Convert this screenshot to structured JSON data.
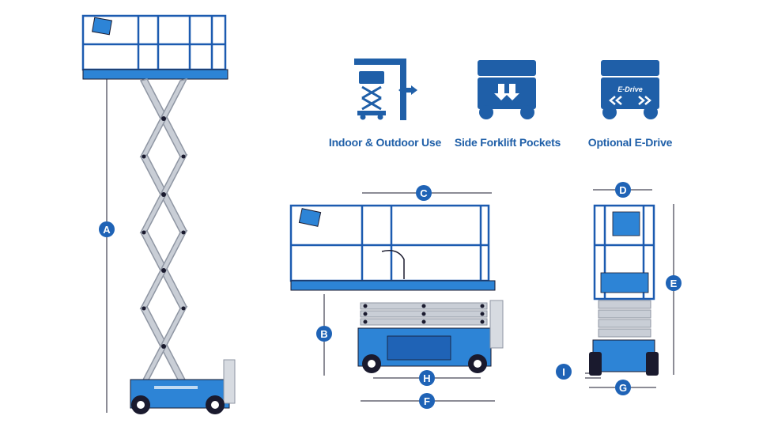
{
  "colors": {
    "brand_blue": "#1f5fa8",
    "lift_blue": "#2d84d6",
    "frame_blue": "#1c5bb0",
    "steel_grey": "#c9ced6",
    "outline": "#1a1a2e",
    "marker_fill": "#1f63b6"
  },
  "features": [
    {
      "label": "Indoor & Outdoor Use",
      "icon": "indoor-outdoor-icon"
    },
    {
      "label": "Side Forklift Pockets",
      "icon": "forklift-pockets-icon"
    },
    {
      "label": "Optional E-Drive",
      "icon": "e-drive-icon",
      "badge": "E-Drive"
    }
  ],
  "dimensions": {
    "a": "A",
    "b": "B",
    "c": "C",
    "d": "D",
    "e": "E",
    "f": "F",
    "g": "G",
    "h": "H",
    "i": "I"
  }
}
